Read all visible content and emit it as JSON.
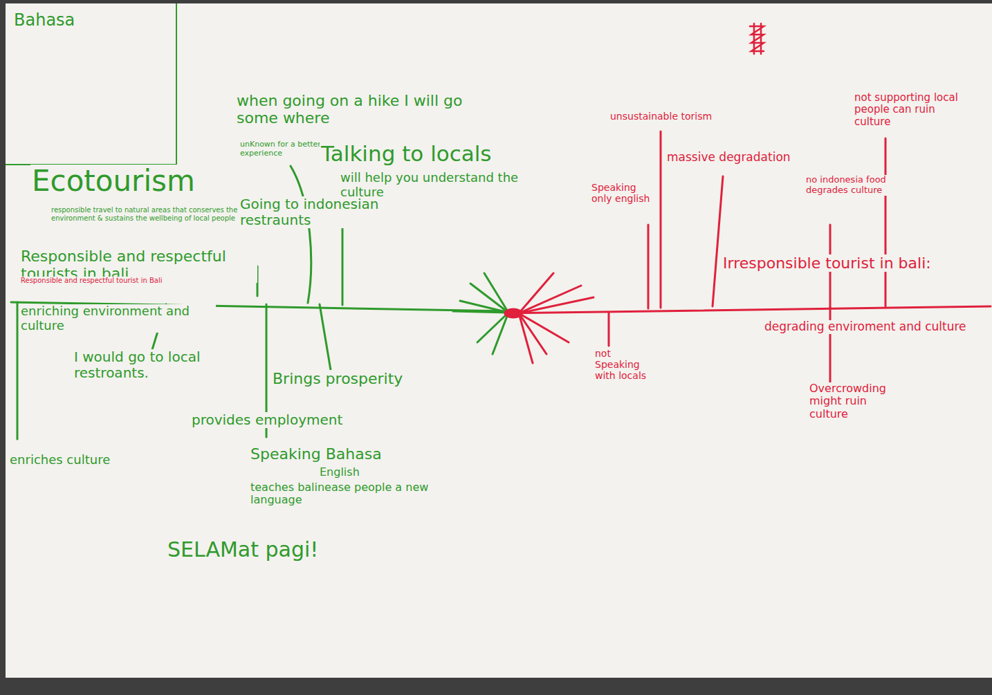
{
  "diagram": {
    "nodes": [
      {
        "text": [
          "Bahasa"
        ]
      }
    ],
    "labels": [
      "when going on a hike I will go some where",
      "unKnown for a better experience",
      "Talking to locals",
      "will help you understand the culture",
      "Ecotourism",
      "responsible travel to natural areas that conserves the environment & sustains the wellbeing of local people",
      "Going to indonesian restraunts",
      "Responsible and respectful tourists in bali",
      "Responsible and respectful tourist in Bali",
      "enriching environment and culture",
      "I would go to local restroants.",
      "Brings prosperity",
      "provides employment",
      "enriches culture",
      "Speaking Bahasa",
      "English",
      "teaches balinease people a new language",
      "SELAMat pagi!",
      "unsustainable torism",
      "massive degradation",
      "Speaking only english",
      "not supporting local people can ruin culture",
      "no indonesia food degrades culture",
      "Irresponsible tourist in bali:",
      "degrading enviroment and culture",
      "not Speaking with locals",
      "Overcrowding might ruin culture"
    ]
  }
}
